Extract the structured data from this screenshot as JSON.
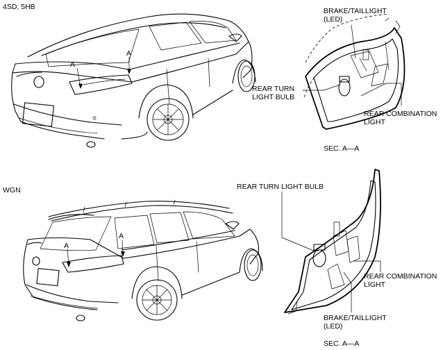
{
  "sections": {
    "top": {
      "variant_label": "4SD, 5HB",
      "view_marker_left": "A",
      "view_marker_right": "A",
      "callouts": {
        "brake_taillight": "BRAKE/TAILLIGHT\n(LED)",
        "rear_turn_bulb": "REAR TURN\nLIGHT BULB",
        "rear_combination": "REAR COMBINATION\nLIGHT"
      },
      "section_caption": "SEC. A—A"
    },
    "bottom": {
      "variant_label": "WGN",
      "view_marker_left": "A",
      "view_marker_right": "A",
      "callouts": {
        "rear_turn_bulb": "REAR TURN LIGHT BULB",
        "rear_combination": "REAR COMBINATION\nLIGHT",
        "brake_taillight": "BRAKE/TAILLIGHT\n(LED)"
      },
      "section_caption": "SEC. A—A"
    }
  }
}
